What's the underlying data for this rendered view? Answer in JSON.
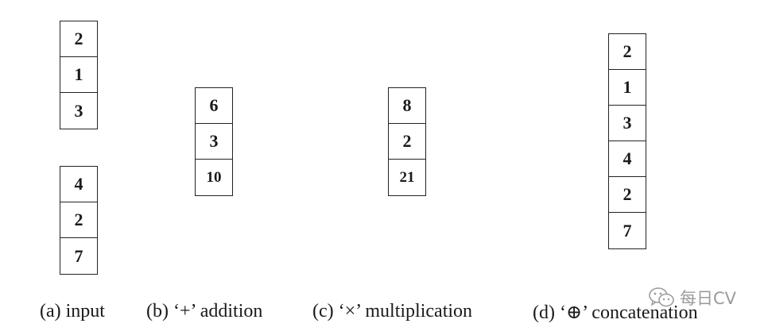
{
  "panels": {
    "input": {
      "top_values": [
        "2",
        "1",
        "3"
      ],
      "bottom_values": [
        "4",
        "2",
        "7"
      ],
      "caption": "(a) input"
    },
    "addition": {
      "values": [
        "6",
        "3",
        "10"
      ],
      "caption": "(b) ‘+’ addition"
    },
    "multiplication": {
      "values": [
        "8",
        "2",
        "21"
      ],
      "caption": "(c) ‘×’ multiplication"
    },
    "concatenation": {
      "values": [
        "2",
        "1",
        "3",
        "4",
        "2",
        "7"
      ],
      "caption": "(d) ‘⊕’ concatenation"
    }
  },
  "watermark": {
    "text": "每日CV",
    "icon": "wechat-icon"
  }
}
